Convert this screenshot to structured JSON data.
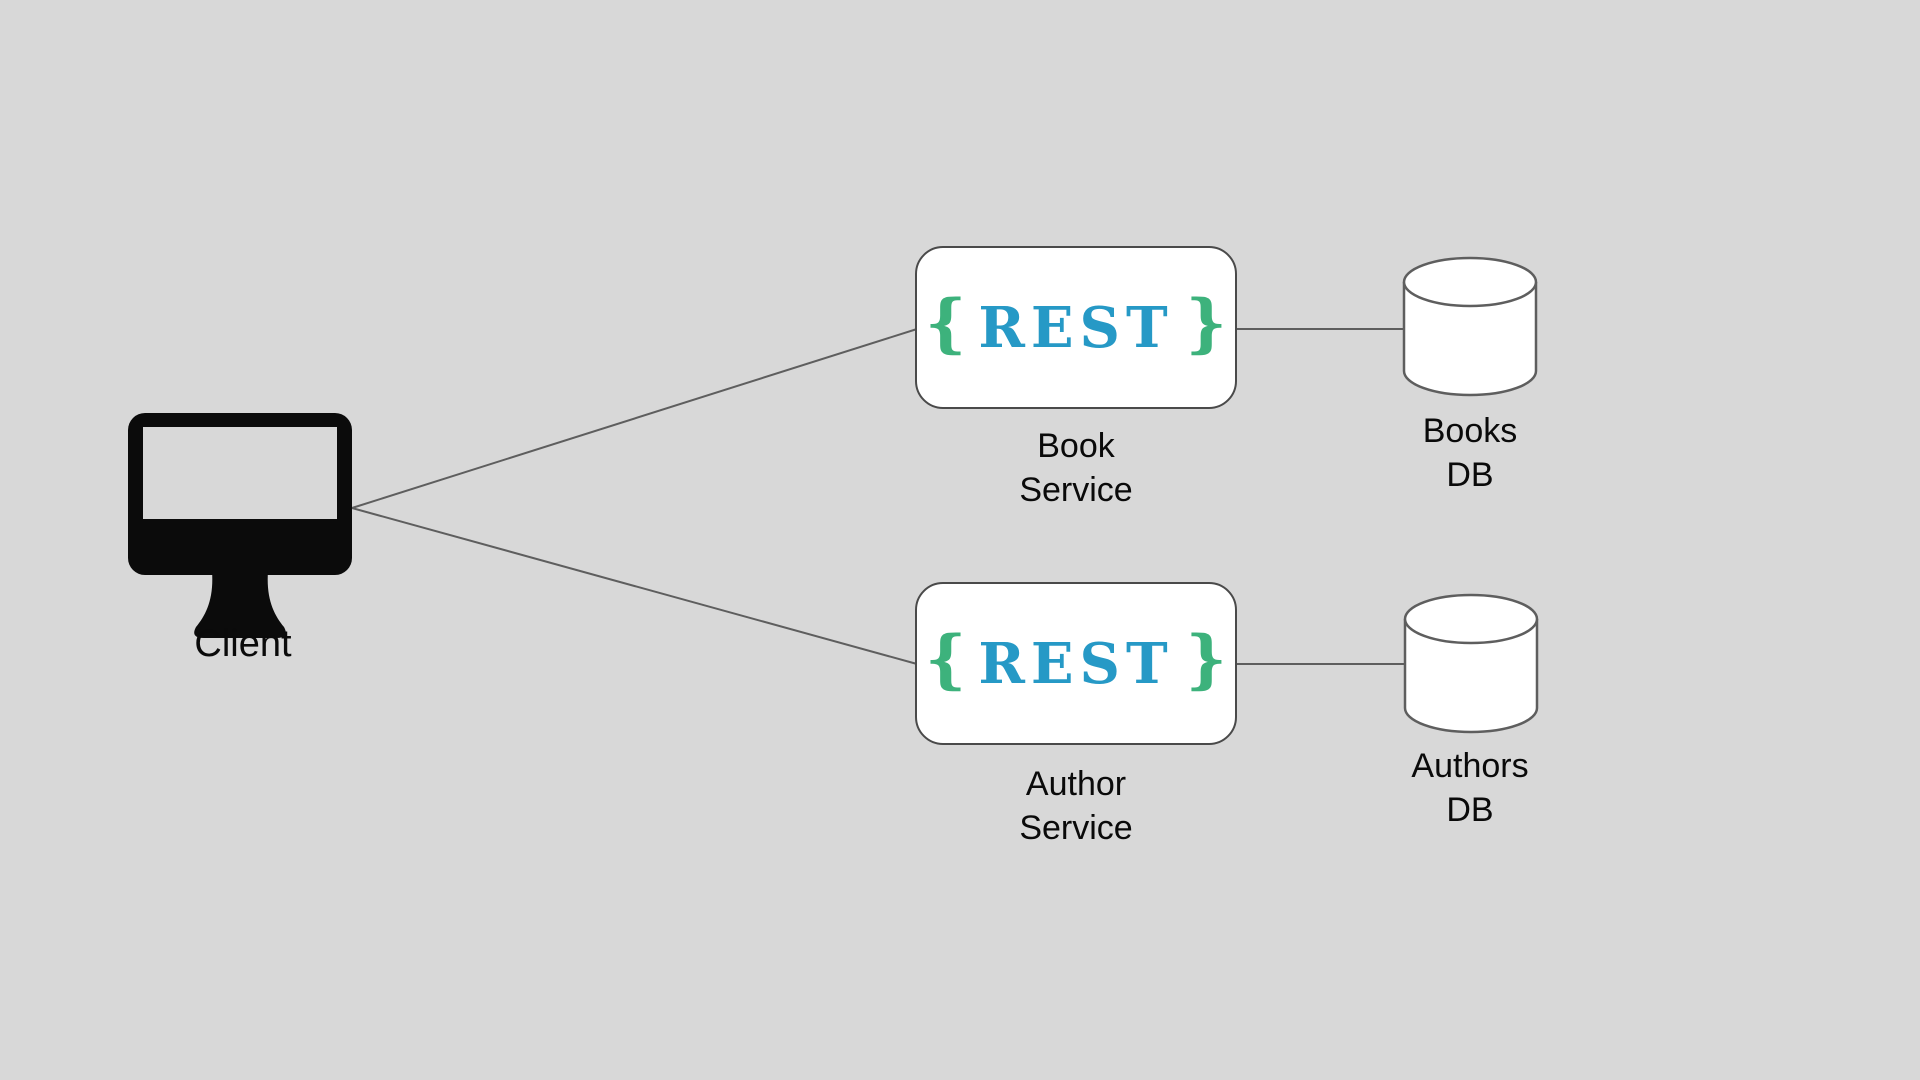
{
  "canvas": {
    "background_color": "#D8D8D8",
    "connector_color": "#5E5E5E",
    "node_border_color": "#4A4A4A",
    "node_fill_color": "#FFFFFF",
    "label_color": "#000000"
  },
  "rest_logo_colors": {
    "brace_green": "#3DB27C",
    "rest_blue": "#2699C6"
  },
  "nodes": {
    "client": {
      "icon": "desktop-monitor-icon",
      "label": "Client"
    },
    "book_service": {
      "logo_open_brace": "{",
      "logo_text": "REST",
      "logo_close_brace": "}",
      "label_line1": "Book",
      "label_line2": "Service"
    },
    "author_service": {
      "logo_open_brace": "{",
      "logo_text": "REST",
      "logo_close_brace": "}",
      "label_line1": "Author",
      "label_line2": "Service"
    },
    "books_db": {
      "icon": "database-cylinder-icon",
      "label_line1": "Books",
      "label_line2": "DB"
    },
    "authors_db": {
      "icon": "database-cylinder-icon",
      "label_line1": "Authors",
      "label_line2": "DB"
    }
  },
  "edges": [
    {
      "from": "client",
      "to": "book_service"
    },
    {
      "from": "client",
      "to": "author_service"
    },
    {
      "from": "book_service",
      "to": "books_db"
    },
    {
      "from": "author_service",
      "to": "authors_db"
    }
  ]
}
